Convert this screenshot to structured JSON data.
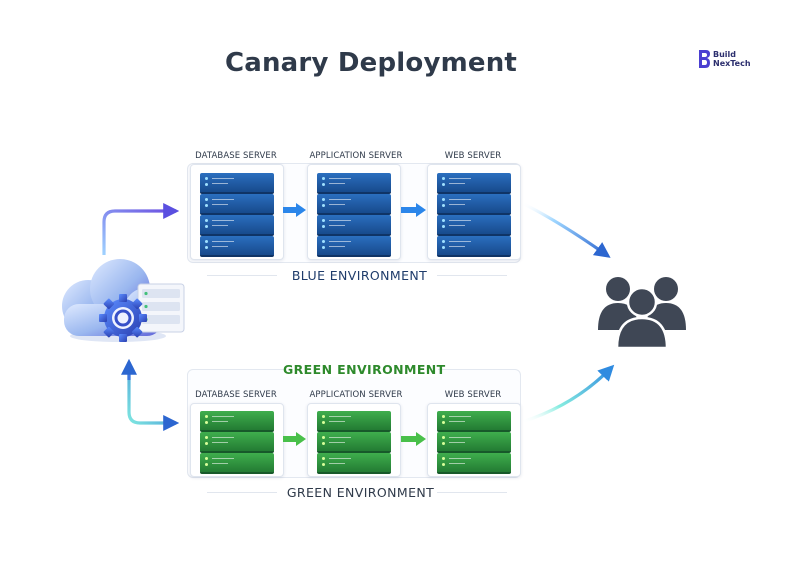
{
  "title": "Canary Deployment",
  "logo": {
    "line1": "Build",
    "line2": "NexTech"
  },
  "blue_env": {
    "label": "BLUE ENVIRONMENT",
    "servers": [
      "DATABASE SERVER",
      "APPLICATION SERVER",
      "WEB SERVER"
    ]
  },
  "green_env": {
    "top_label": "GREEN ENVIRONMENT",
    "bottom_label": "GREEN ENVIRONMENT",
    "servers": [
      "DATABASE SERVER",
      "APPLICATION SERVER",
      "WEB SERVER"
    ]
  },
  "icons": {
    "source": "cloud-server-gear-icon",
    "users": "users-group-icon",
    "server": "server-rack-icon"
  },
  "colors": {
    "blue": "#1f5fae",
    "green": "#2e9a3a",
    "title": "#2f3a4a",
    "users": "#3f4755"
  }
}
